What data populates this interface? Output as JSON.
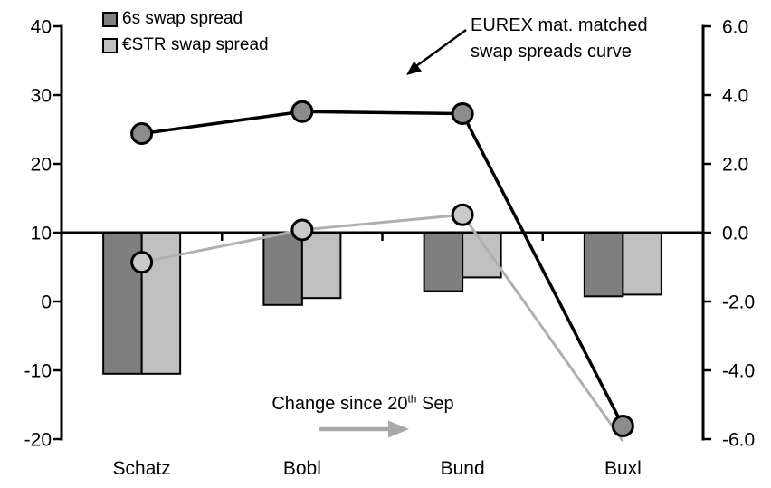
{
  "legend": {
    "items": [
      {
        "label": "6s swap spread",
        "color": "#7f7f7f"
      },
      {
        "label": "€STR swap spread",
        "color": "#c0c0c0"
      }
    ]
  },
  "annotations": {
    "curve_label": {
      "line1": "EUREX mat. matched",
      "line2": "swap spreads curve"
    },
    "change_label": {
      "prefix": "Change since 20",
      "sup": "th",
      "suffix": " Sep"
    }
  },
  "chart_data": {
    "type": "combo",
    "categories": [
      "Schatz",
      "Bobl",
      "Bund",
      "Buxl"
    ],
    "left_axis": {
      "ticks": [
        "40",
        "30",
        "20",
        "10",
        "0",
        "-10",
        "-20"
      ],
      "min": -20,
      "max": 40,
      "bar_baseline_at": 10
    },
    "right_axis": {
      "ticks": [
        "6.0",
        "4.0",
        "2.0",
        "0.0",
        "-2.0",
        "-4.0",
        "-6.0"
      ],
      "min": -6,
      "max": 6
    },
    "bar_series": [
      {
        "name": "6s swap spread",
        "axis": "right",
        "color": "#7f7f7f",
        "values": [
          -4.1,
          -2.1,
          -1.7,
          -1.85
        ]
      },
      {
        "name": "€STR swap spread",
        "axis": "right",
        "color": "#c0c0c0",
        "values": [
          -4.1,
          -1.9,
          -1.3,
          -1.8
        ]
      }
    ],
    "line_series": [
      {
        "name": "6s swap spread curve",
        "axis": "left",
        "color": "#000000",
        "marker_fill": "#8c8c8c",
        "values": [
          24.4,
          27.6,
          27.3,
          -18.1
        ],
        "markers": [
          true,
          true,
          true,
          true
        ]
      },
      {
        "name": "€STR swap spread curve",
        "axis": "left",
        "color": "#b0b0b0",
        "marker_fill": "#c9c9c9",
        "values": [
          5.7,
          10.4,
          12.6,
          -20.3
        ],
        "markers": [
          true,
          true,
          true,
          false
        ]
      }
    ],
    "colors": {
      "axis": "#000000",
      "change_arrow": "#a9a9a9"
    },
    "legend_position": "top-left",
    "grid": false
  }
}
